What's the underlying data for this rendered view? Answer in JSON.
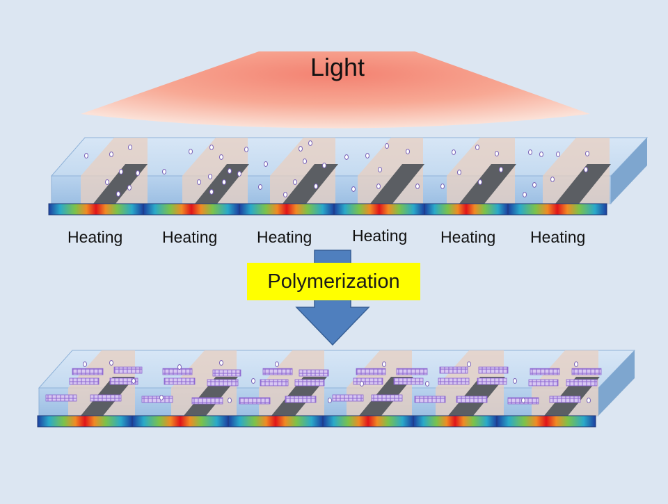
{
  "light": {
    "label": "Light"
  },
  "heating": {
    "labels": [
      "Heating",
      "Heating",
      "Heating",
      "Heating",
      "Heating",
      "Heating"
    ]
  },
  "process": {
    "label": "Polymerization"
  },
  "colors": {
    "background": "#dce6f2",
    "slab": "#a9c8e6",
    "heater_center": "#e0141a",
    "heater_edge": "#1c3fa0",
    "arrow": "#4f7fbe",
    "highlight": "#ffff00"
  }
}
